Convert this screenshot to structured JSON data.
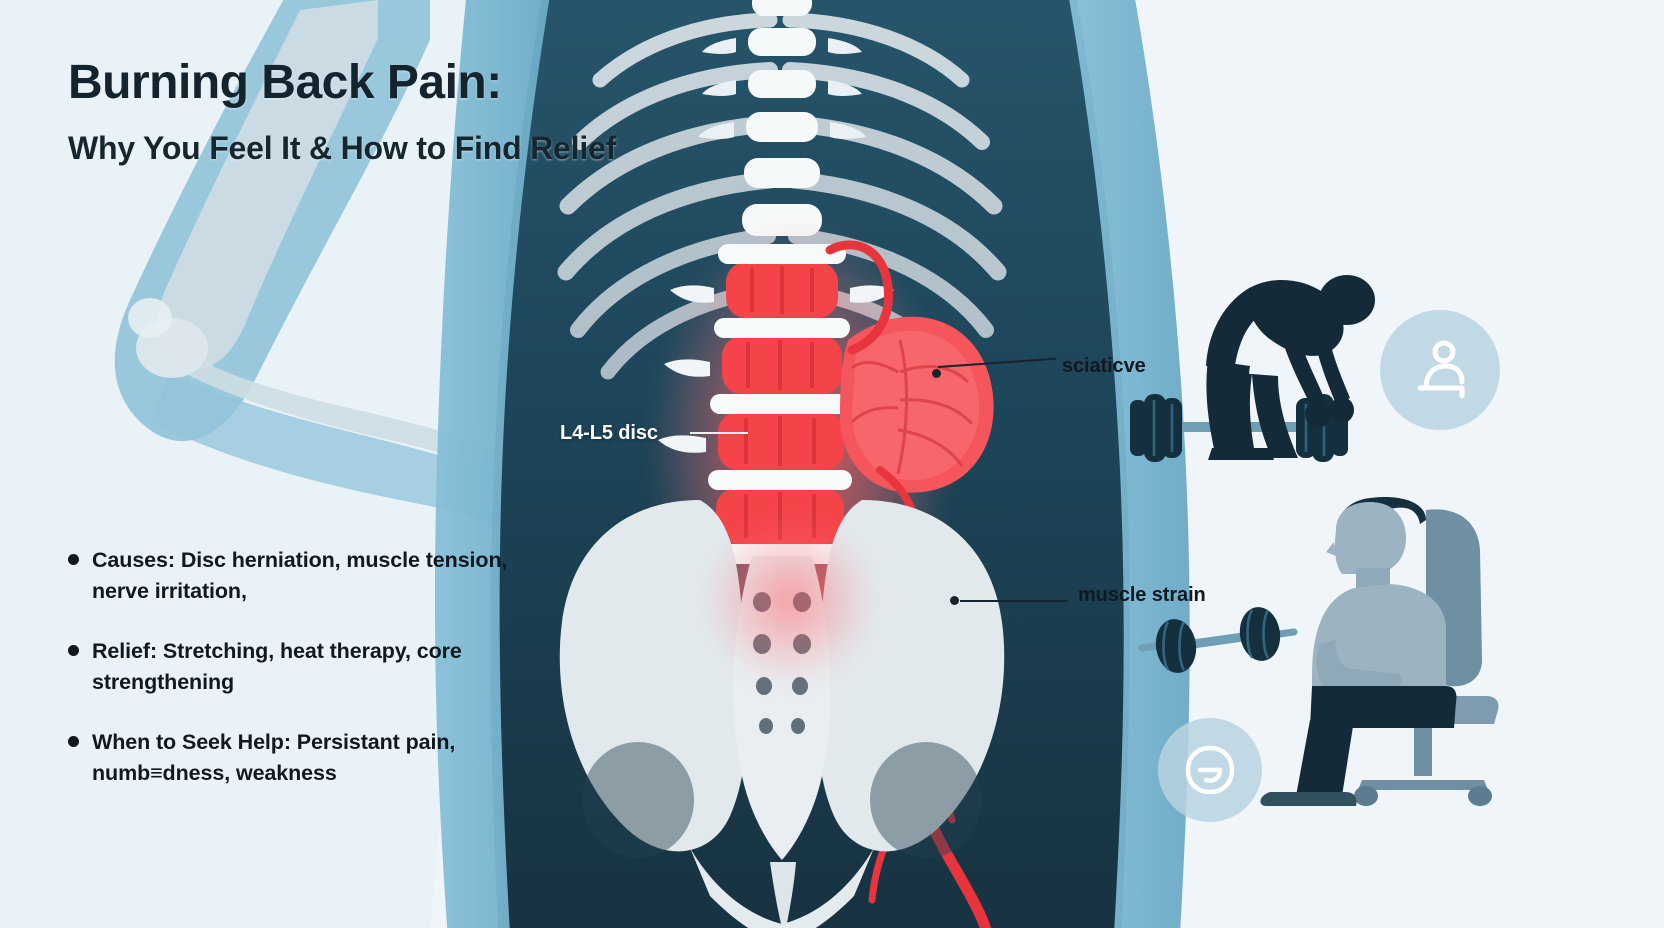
{
  "page": {
    "kind": "medical-infographic",
    "background_color": "#eef4f7"
  },
  "header": {
    "title": "Burning Back Pain:",
    "subtitle": "Why You Feel It & How to Find Relief"
  },
  "bullets": [
    {
      "label": "Causes: Disc herniation, muscle tension, nerve irritation,"
    },
    {
      "label": "Relief: Stretching, heat therapy, core strengthening"
    },
    {
      "label": "When to Seek Help: Persistant pain, numb≡dness, weakness"
    }
  ],
  "annotations": [
    {
      "label": "L4-L5 disc",
      "style": "light"
    },
    {
      "label": "sciaticve",
      "style": "dark"
    },
    {
      "label": "muscle strain",
      "style": "dark"
    }
  ],
  "icons": {
    "bullet_dot": "bullet-dot",
    "deadlift": "deadlift-silhouette-icon",
    "dumbbell": "dumbbell-icon",
    "seated_person": "seated-person-icon",
    "badge_posture": "posture-badge-icon",
    "badge_spine": "spine-badge-icon",
    "skeleton": "skeleton-illustration",
    "spine_highlight": "inflamed-spine-icon",
    "sciatic_nerve": "sciatic-nerve-icon",
    "disc_bulge": "disc-bulge-icon",
    "pelvis": "pelvis-icon",
    "ribcage": "ribcage-icon",
    "leg_xray": "leg-xray-icon"
  },
  "colors": {
    "title": "#14242e",
    "body_text": "#101820",
    "torso_dark": "#1d3f52",
    "torso_teal": "#6fb0cc",
    "bone": "#e8edf0",
    "pain_red": "#f0353c",
    "pain_glow": "#ff7b7f",
    "silhouette": "#152a38",
    "badge": "#b9d3e0",
    "background": "#eef4f7"
  }
}
